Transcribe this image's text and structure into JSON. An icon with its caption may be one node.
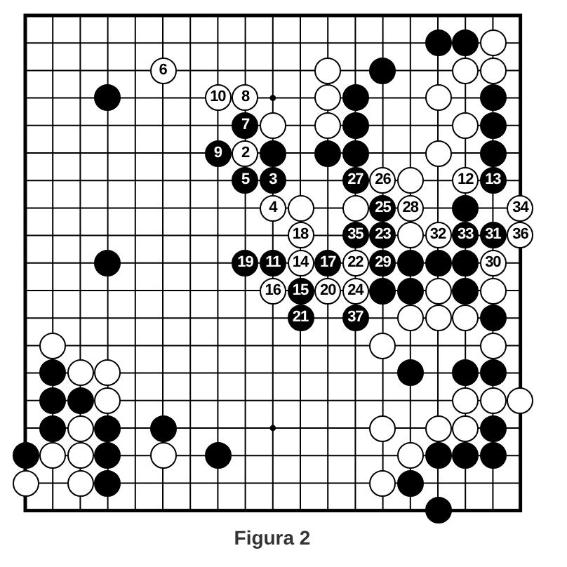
{
  "diagram": {
    "caption": "Figura 2",
    "nodes": [
      {
        "text": [],
        "shape": "circle"
      },
      {
        "text": [],
        "shape": "circle"
      },
      {
        "text": [],
        "shape": "circle"
      },
      {
        "text": [
          "6"
        ]
      },
      {
        "text": [],
        "shape": "circle"
      },
      {
        "text": [],
        "shape": "circle"
      },
      {
        "text": [],
        "shape": "circle"
      },
      {
        "text": [],
        "shape": "circle"
      },
      {
        "text": [],
        "shape": "circle"
      },
      {
        "text": [
          "10"
        ]
      },
      {
        "text": [
          "8"
        ]
      },
      {
        "text": [],
        "shape": "circle"
      },
      {
        "text": [],
        "shape": "circle"
      },
      {
        "text": [],
        "shape": "circle"
      },
      {
        "text": [],
        "shape": "circle"
      },
      {
        "text": [
          "7"
        ]
      },
      {
        "text": [],
        "shape": "circle"
      },
      {
        "text": [],
        "shape": "circle"
      },
      {
        "text": [],
        "shape": "circle"
      },
      {
        "text": [],
        "shape": "circle"
      },
      {
        "text": [],
        "shape": "circle"
      },
      {
        "text": [
          "9"
        ]
      },
      {
        "text": [
          "2"
        ]
      },
      {
        "text": [],
        "shape": "circle"
      },
      {
        "text": [],
        "shape": "circle"
      },
      {
        "text": [],
        "shape": "circle"
      },
      {
        "text": [],
        "shape": "circle"
      },
      {
        "text": [],
        "shape": "circle"
      },
      {
        "text": [
          "5"
        ]
      },
      {
        "text": [
          "3"
        ]
      },
      {
        "text": [
          "27"
        ]
      },
      {
        "text": [
          "26"
        ]
      },
      {
        "text": [],
        "shape": "circle"
      },
      {
        "text": [
          "12"
        ]
      },
      {
        "text": [
          "13"
        ]
      },
      {
        "text": [
          "4"
        ]
      },
      {
        "text": [],
        "shape": "circle"
      },
      {
        "text": [],
        "shape": "circle"
      },
      {
        "text": [
          "25"
        ]
      },
      {
        "text": [
          "28"
        ]
      },
      {
        "text": [],
        "shape": "circle"
      },
      {
        "text": [
          "34"
        ]
      },
      {
        "text": [
          "18"
        ]
      },
      {
        "text": [
          "35"
        ]
      },
      {
        "text": [
          "23"
        ]
      },
      {
        "text": [],
        "shape": "circle"
      },
      {
        "text": [
          "32"
        ]
      },
      {
        "text": [
          "33"
        ]
      },
      {
        "text": [
          "31"
        ]
      },
      {
        "text": [
          "36"
        ]
      },
      {
        "text": [],
        "shape": "circle"
      },
      {
        "text": [
          "19"
        ]
      },
      {
        "text": [
          "11"
        ]
      },
      {
        "text": [
          "14"
        ]
      },
      {
        "text": [
          "17"
        ]
      },
      {
        "text": [
          "22"
        ]
      },
      {
        "text": [
          "29"
        ]
      },
      {
        "text": [],
        "shape": "circle"
      },
      {
        "text": [],
        "shape": "circle"
      },
      {
        "text": [],
        "shape": "circle"
      },
      {
        "text": [
          "30"
        ]
      },
      {
        "text": [
          "16"
        ]
      },
      {
        "text": [
          "15"
        ]
      },
      {
        "text": [
          "20"
        ]
      },
      {
        "text": [
          "24"
        ]
      },
      {
        "text": [],
        "shape": "circle"
      },
      {
        "text": [],
        "shape": "circle"
      },
      {
        "text": [],
        "shape": "circle"
      },
      {
        "text": [],
        "shape": "circle"
      },
      {
        "text": [],
        "shape": "circle"
      },
      {
        "text": [
          "21"
        ]
      },
      {
        "text": [
          "37"
        ]
      },
      {
        "text": [],
        "shape": "circle"
      },
      {
        "text": [],
        "shape": "circle"
      },
      {
        "text": [],
        "shape": "circle"
      },
      {
        "text": [],
        "shape": "circle"
      },
      {
        "text": [],
        "shape": "circle"
      },
      {
        "text": [],
        "shape": "circle"
      },
      {
        "text": [],
        "shape": "circle"
      },
      {
        "text": [],
        "shape": "circle"
      },
      {
        "text": [],
        "shape": "circle"
      },
      {
        "text": [],
        "shape": "circle"
      },
      {
        "text": [],
        "shape": "circle"
      },
      {
        "text": [],
        "shape": "circle"
      },
      {
        "text": [],
        "shape": "circle"
      },
      {
        "text": [],
        "shape": "circle"
      },
      {
        "text": [],
        "shape": "circle"
      },
      {
        "text": [],
        "shape": "circle"
      },
      {
        "text": [],
        "shape": "circle"
      },
      {
        "text": [],
        "shape": "circle"
      },
      {
        "text": [],
        "shape": "circle"
      },
      {
        "text": [],
        "shape": "circle"
      },
      {
        "text": [],
        "shape": "circle"
      },
      {
        "text": [],
        "shape": "circle"
      },
      {
        "text": [],
        "shape": "circle"
      },
      {
        "text": [],
        "shape": "circle"
      },
      {
        "text": [],
        "shape": "circle"
      },
      {
        "text": [],
        "shape": "circle"
      },
      {
        "text": [],
        "shape": "circle"
      },
      {
        "text": [],
        "shape": "circle"
      },
      {
        "text": [],
        "shape": "circle"
      },
      {
        "text": [],
        "shape": "circle"
      },
      {
        "text": [],
        "shape": "circle"
      },
      {
        "text": [],
        "shape": "circle"
      },
      {
        "text": [],
        "shape": "circle"
      },
      {
        "text": [],
        "shape": "circle"
      },
      {
        "text": [],
        "shape": "circle"
      },
      {
        "text": [],
        "shape": "circle"
      },
      {
        "text": [],
        "shape": "circle"
      },
      {
        "text": [],
        "shape": "circle"
      },
      {
        "text": [],
        "shape": "circle"
      },
      {
        "text": [],
        "shape": "circle"
      },
      {
        "text": [],
        "shape": "circle"
      },
      {
        "text": [],
        "shape": "circle"
      },
      {
        "text": [],
        "shape": "circle"
      }
    ]
  }
}
